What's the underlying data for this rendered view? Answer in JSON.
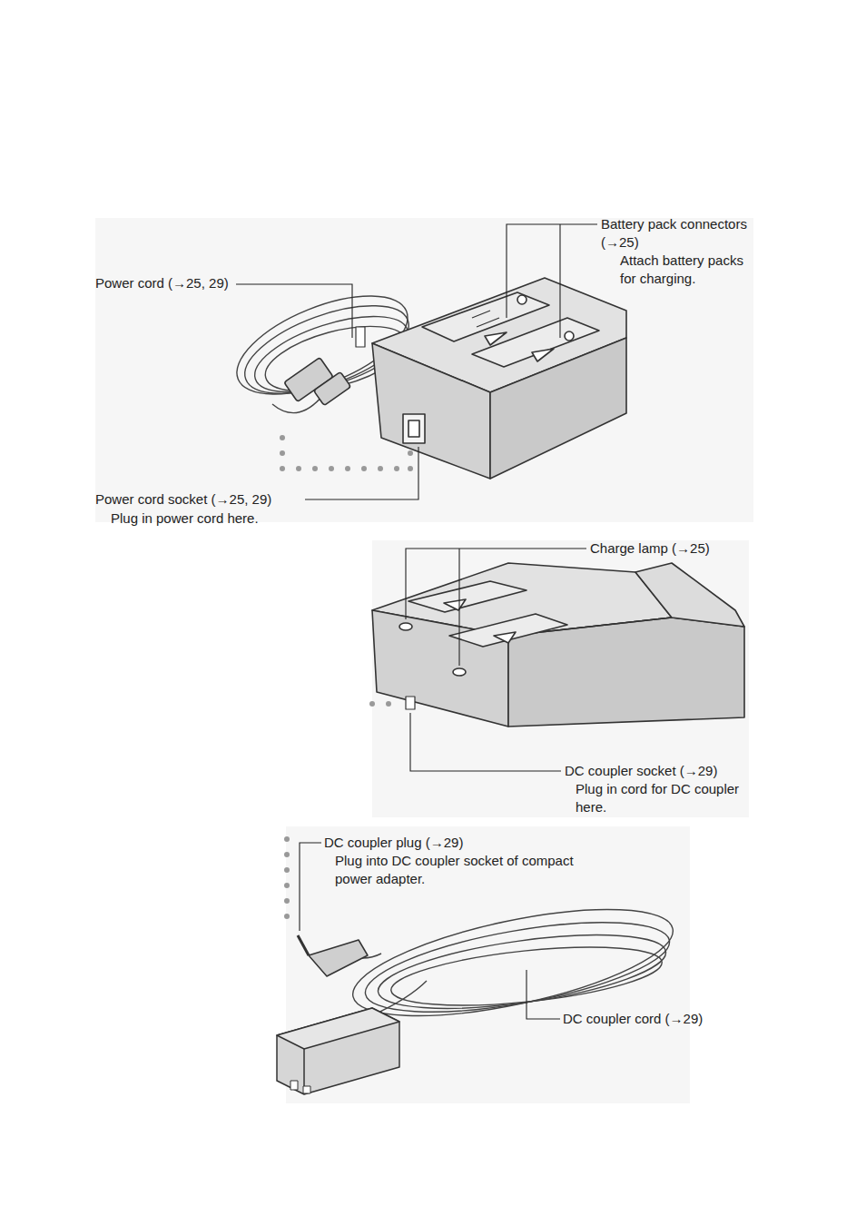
{
  "diagram": {
    "labels": [
      "Battery pack connectors (→25)",
      "Attach battery packs for charging.",
      "Power cord (→25, 29)",
      "Power cord socket (→25, 29)",
      "Plug in power cord here.",
      "Charge lamp (→25)",
      "DC coupler socket (→29)",
      "Plug in cord for DC coupler here.",
      "DC coupler plug (→29)",
      "Plug into DC coupler socket of compact power adapter.",
      "DC coupler cord  (→29)"
    ]
  }
}
